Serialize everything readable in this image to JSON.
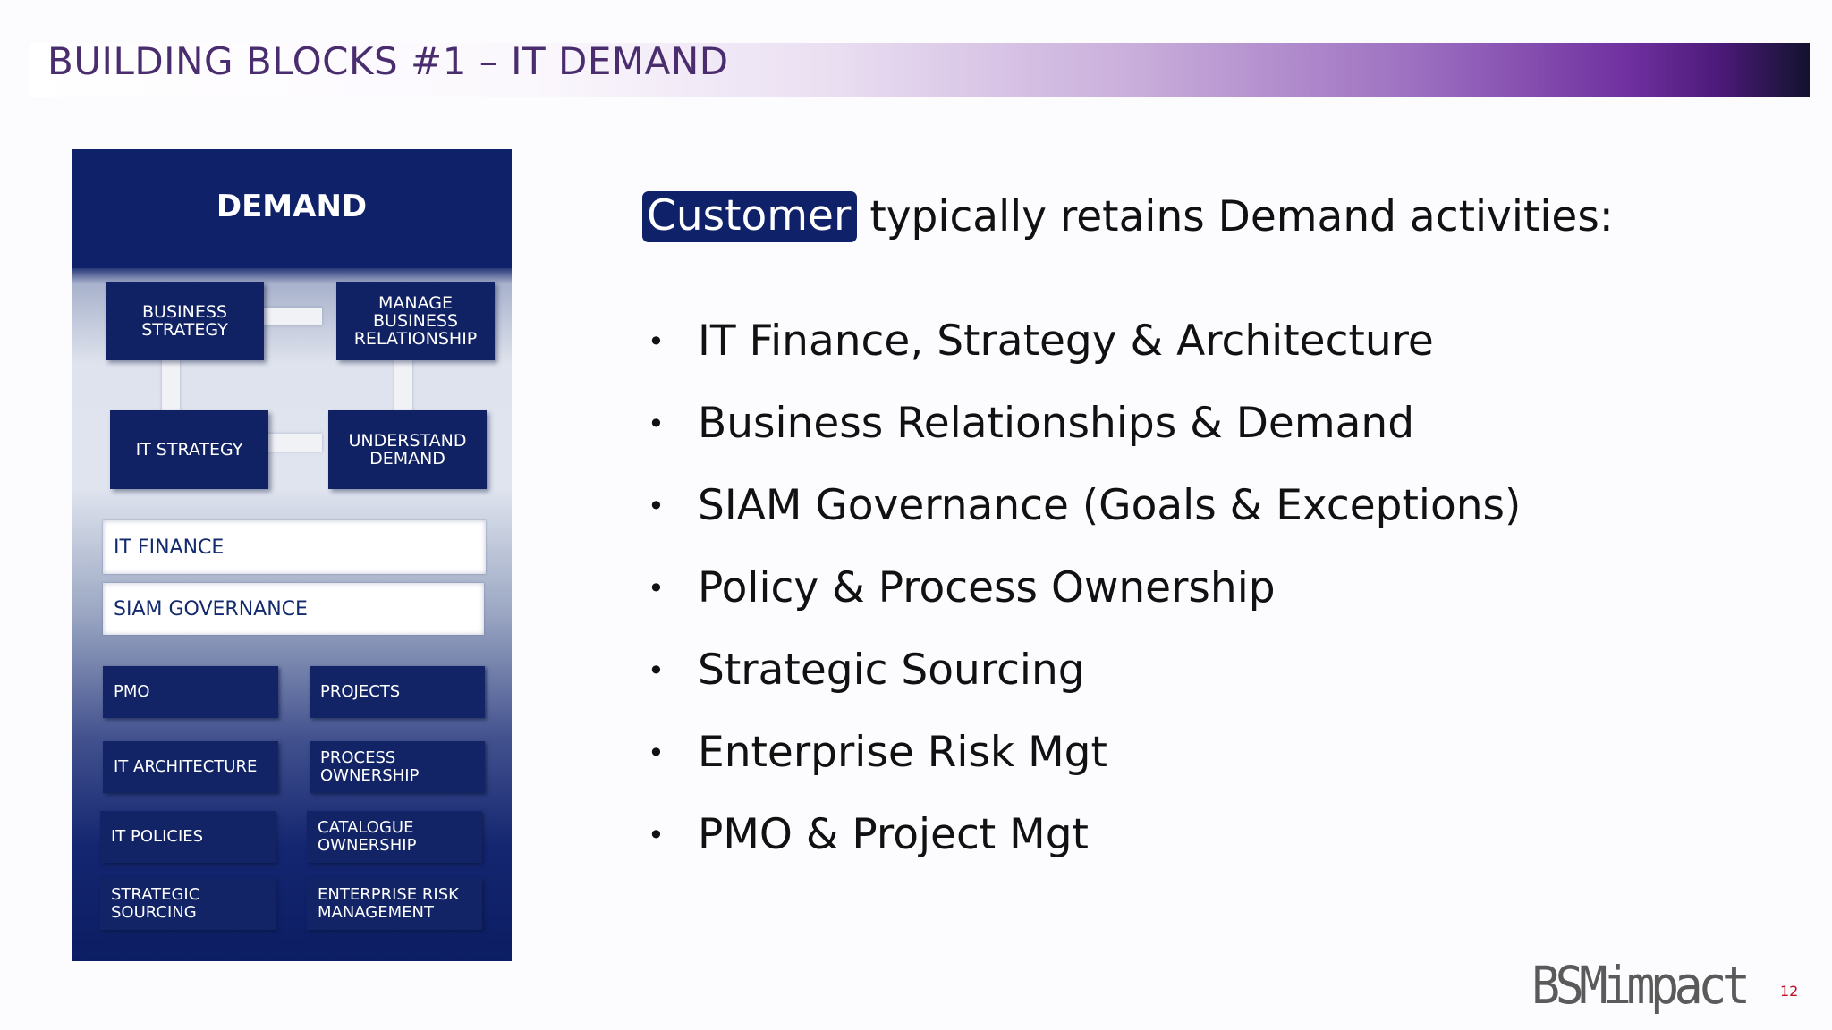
{
  "slide": {
    "title": "BUILDING BLOCKS #1 – IT DEMAND",
    "page_number": "12"
  },
  "panel": {
    "heading": "DEMAND",
    "blocks": {
      "business_strategy": "BUSINESS\nSTRATEGY",
      "manage_business_relationship": "MANAGE\nBUSINESS\nRELATIONSHIP",
      "it_strategy": "IT STRATEGY",
      "understand_demand": "UNDERSTAND\nDEMAND",
      "it_finance": "IT FINANCE",
      "siam_governance": "SIAM GOVERNANCE",
      "pmo": "PMO",
      "projects": "PROJECTS",
      "it_architecture": "IT ARCHITECTURE",
      "process_ownership": "PROCESS\nOWNERSHIP",
      "it_policies": "IT POLICIES",
      "catalogue_ownership": "CATALOGUE\nOWNERSHIP",
      "strategic_sourcing": "STRATEGIC\nSOURCING",
      "enterprise_risk_management": "ENTERPRISE RISK\nMANAGEMENT"
    }
  },
  "content": {
    "headline_highlight": "Customer",
    "headline_rest": "typically retains Demand activities:",
    "bullet_symbol": "•",
    "bullets": [
      "IT Finance, Strategy & Architecture",
      "Business Relationships & Demand",
      "SIAM Governance (Goals & Exceptions)",
      "Policy & Process Ownership",
      "Strategic Sourcing",
      "Enterprise Risk Mgt",
      "PMO & Project Mgt"
    ]
  },
  "logo": {
    "part1": "BSM",
    "part2": "impact"
  },
  "colors": {
    "navy": "#0f2168",
    "title_purple": "#4a2d6e",
    "page_number_red": "#c0102a"
  }
}
